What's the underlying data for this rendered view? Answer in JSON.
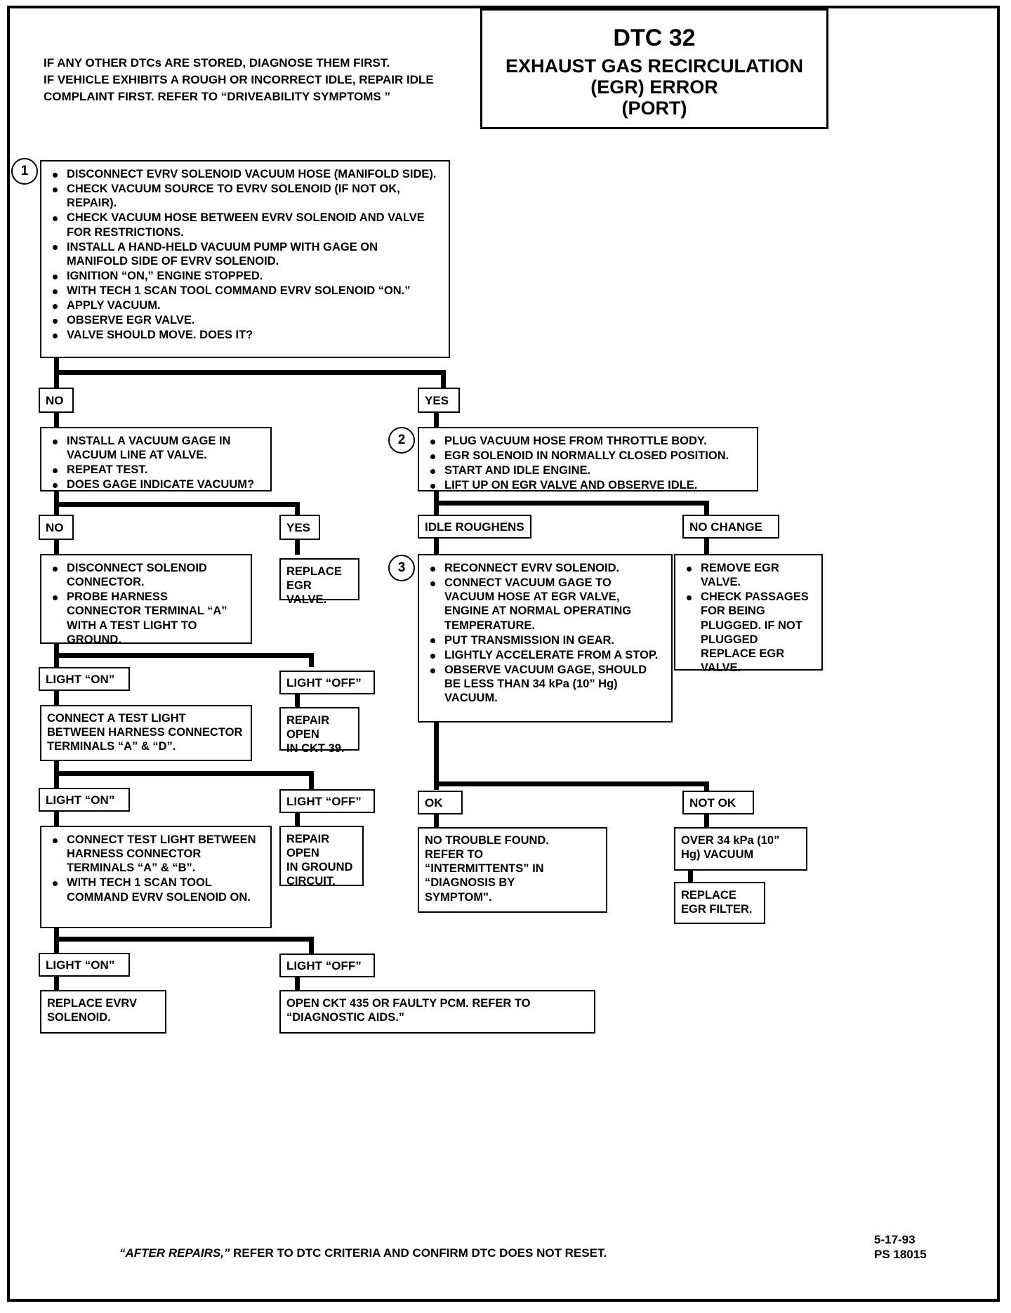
{
  "header": {
    "note_lines": [
      "IF ANY OTHER DTCs ARE STORED, DIAGNOSE THEM FIRST.",
      "IF VEHICLE EXHIBITS A ROUGH OR INCORRECT IDLE, REPAIR IDLE",
      "COMPLAINT FIRST.  REFER TO “DRIVEABILITY SYMPTOMS ”"
    ],
    "title_code": "DTC 32",
    "title_line1": "EXHAUST GAS RECIRCULATION",
    "title_line2": "(EGR) ERROR",
    "title_line3": "(PORT)"
  },
  "steps": {
    "one": "1",
    "two": "2",
    "three": "3"
  },
  "box1": {
    "name": "step-1-instructions",
    "bullets": [
      "DISCONNECT EVRV SOLENOID VACUUM HOSE (MANIFOLD SIDE).",
      "CHECK VACUUM SOURCE TO EVRV SOLENOID (IF NOT OK, REPAIR).",
      "CHECK VACUUM HOSE BETWEEN EVRV SOLENOID AND VALVE FOR RESTRICTIONS.",
      "INSTALL A HAND-HELD VACUUM PUMP WITH GAGE ON MANIFOLD SIDE OF EVRV SOLENOID.",
      "IGNITION “ON,” ENGINE STOPPED.",
      "WITH TECH 1 SCAN TOOL COMMAND EVRV SOLENOID “ON.”",
      "APPLY VACUUM.",
      "OBSERVE EGR VALVE.",
      "VALVE SHOULD MOVE.  DOES IT?"
    ]
  },
  "labels": {
    "no_1": "NO",
    "yes_1": "YES",
    "no_2": "NO",
    "yes_2": "YES",
    "idle_roughens": "IDLE ROUGHENS",
    "no_change": "NO CHANGE",
    "light_on_1": "LIGHT “ON”",
    "light_off_1": "LIGHT “OFF”",
    "light_on_2": "LIGHT “ON”",
    "light_off_2": "LIGHT “OFF”",
    "light_on_3": "LIGHT “ON”",
    "light_off_3": "LIGHT “OFF”",
    "ok": "OK",
    "not_ok": "NOT OK"
  },
  "box_vacuum_gage": {
    "bullets": [
      "INSTALL A VACUUM GAGE IN VACUUM LINE AT VALVE.",
      "REPEAT TEST.",
      "DOES GAGE INDICATE VACUUM?"
    ]
  },
  "box2": {
    "bullets": [
      "PLUG VACUUM HOSE FROM THROTTLE BODY.",
      "EGR SOLENOID IN NORMALLY CLOSED POSITION.",
      "START AND IDLE ENGINE.",
      "LIFT UP ON EGR VALVE AND OBSERVE IDLE."
    ]
  },
  "box3": {
    "bullets": [
      "RECONNECT EVRV SOLENOID.",
      "CONNECT VACUUM GAGE TO VACUUM HOSE AT EGR VALVE, ENGINE AT NORMAL OPERATING TEMPERATURE.",
      "PUT TRANSMISSION IN GEAR.",
      "LIGHTLY ACCELERATE FROM A STOP.",
      "OBSERVE VACUUM GAGE, SHOULD BE LESS THAN 34 kPa (10” Hg) VACUUM."
    ]
  },
  "box_disconnect_solenoid": {
    "bullets": [
      "DISCONNECT SOLENOID CONNECTOR.",
      "PROBE HARNESS CONNECTOR TERMINAL “A” WITH A TEST LIGHT TO GROUND."
    ]
  },
  "box_remove_egr": {
    "bullets": [
      "REMOVE EGR VALVE.",
      "CHECK PASSAGES FOR BEING PLUGGED. IF NOT PLUGGED REPLACE EGR VALVE."
    ]
  },
  "box_test_light_ab": {
    "bullets": [
      "CONNECT TEST LIGHT BETWEEN HARNESS CONNECTOR TERMINALS “A” & “B”.",
      "WITH TECH 1 SCAN TOOL COMMAND EVRV SOLENOID ON."
    ]
  },
  "plain": {
    "replace_egr_valve": "REPLACE\nEGR VALVE.",
    "repair_open_ckt39": "REPAIR OPEN\nIN CKT 39.",
    "connect_test_light_ad": "CONNECT A TEST LIGHT\nBETWEEN HARNESS CONNECTOR\nTERMINALS “A” & “D”.",
    "repair_open_ground": "REPAIR OPEN\nIN GROUND\nCIRCUIT.",
    "no_trouble_found": "NO TROUBLE FOUND.\nREFER TO\n“INTERMITTENTS” IN\n“DIAGNOSIS BY\nSYMPTOM\".",
    "over_34kpa": "OVER 34 kPa (10”\nHg) VACUUM",
    "replace_egr_filter": "REPLACE\nEGR FILTER.",
    "replace_evrv_solenoid": "REPLACE EVRV\nSOLENOID.",
    "open_ckt435": "OPEN CKT 435 OR FAULTY PCM. REFER TO\n“DIAGNOSTIC AIDS.”"
  },
  "footer": {
    "note_italic": "“AFTER REPAIRS,”",
    "note_rest": " REFER TO DTC CRITERIA AND CONFIRM DTC DOES NOT RESET.",
    "date": "5-17-93",
    "code": "PS 18015"
  }
}
